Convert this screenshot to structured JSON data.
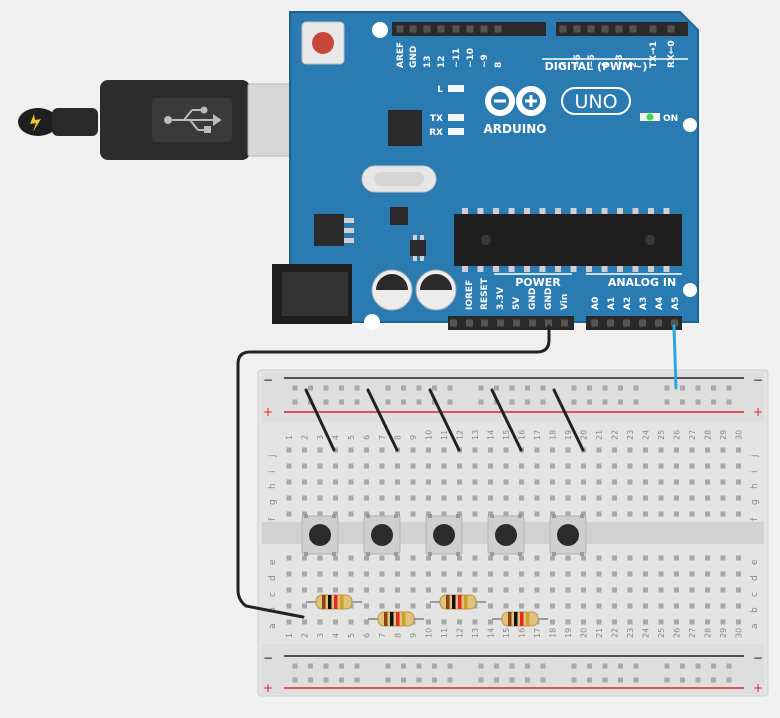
{
  "board": {
    "brand": "ARDUINO",
    "model": "UNO",
    "on_label": "ON",
    "digital_label": "DIGITAL (PWM~)",
    "power_label": "POWER",
    "analog_label": "ANALOG IN",
    "l_label": "L",
    "tx_label": "TX",
    "rx_label": "RX",
    "digital_pins": [
      "AREF",
      "GND",
      "13",
      "12",
      "~11",
      "~10",
      "~9",
      "8",
      "7",
      "~6",
      "~5",
      "4",
      "~3",
      "2",
      "TX→1",
      "RX←0"
    ],
    "power_pins": [
      "IOREF",
      "RESET",
      "3.3V",
      "5V",
      "GND",
      "GND",
      "Vin"
    ],
    "analog_pins": [
      "A0",
      "A1",
      "A2",
      "A3",
      "A4",
      "A5"
    ]
  },
  "breadboard": {
    "minus_label": "−",
    "plus_label": "+",
    "top_row_labels": [
      "j",
      "i",
      "h",
      "g",
      "f"
    ],
    "bottom_row_labels": [
      "e",
      "d",
      "c",
      "b",
      "a"
    ],
    "column_numbers": [
      "1",
      "2",
      "3",
      "4",
      "5",
      "6",
      "7",
      "8",
      "9",
      "10",
      "11",
      "12",
      "13",
      "14",
      "15",
      "16",
      "17",
      "18",
      "19",
      "20",
      "21",
      "22",
      "23",
      "24",
      "25",
      "26",
      "27",
      "28",
      "29",
      "30"
    ]
  },
  "colors": {
    "board": "#2b7bb3",
    "board_edge": "#1f6391",
    "wire_black": "#222222",
    "wire_blue": "#2aa7de",
    "rail_red": "#d9262e",
    "led_green": "#3fdc3f",
    "reset_button": "#c8473b"
  },
  "icons": {
    "usb_symbol": "usb-icon",
    "power_bolt": "lightning-icon"
  }
}
